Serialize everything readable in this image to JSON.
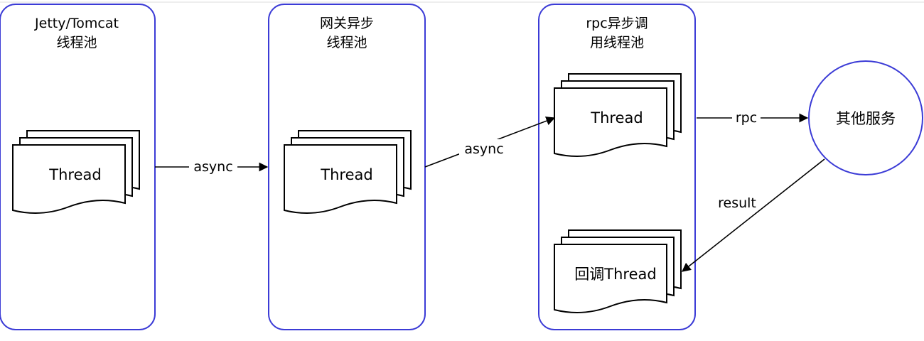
{
  "pools": [
    {
      "title_line1": "Jetty/Tomcat",
      "title_line2": "线程池"
    },
    {
      "title_line1": "网关异步",
      "title_line2": "线程池"
    },
    {
      "title_line1": "rpc异步调",
      "title_line2": "用线程池"
    }
  ],
  "threads": {
    "pool1": "Thread",
    "pool2": "Thread",
    "pool3_main": "Thread",
    "pool3_callback": "回调Thread"
  },
  "external_service": {
    "label": "其他服务"
  },
  "edges": {
    "async_1": "async",
    "async_2": "async",
    "rpc": "rpc",
    "result": "result"
  },
  "colors": {
    "pool_border": "#3b3bd6",
    "service_border": "#3b3bd6",
    "line": "#000000"
  }
}
